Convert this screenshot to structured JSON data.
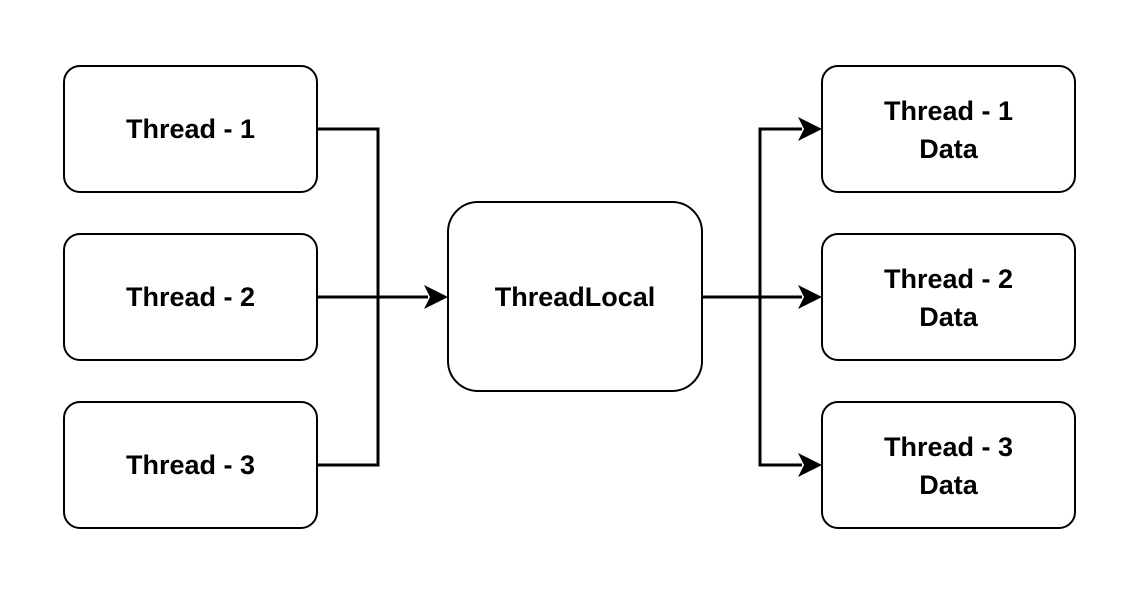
{
  "nodes": {
    "thread1": {
      "label": "Thread - 1"
    },
    "thread2": {
      "label": "Thread - 2"
    },
    "thread3": {
      "label": "Thread - 3"
    },
    "threadlocal": {
      "label": "ThreadLocal"
    },
    "data1": {
      "label_line1": "Thread - 1",
      "label_line2": "Data"
    },
    "data2": {
      "label_line1": "Thread - 2",
      "label_line2": "Data"
    },
    "data3": {
      "label_line1": "Thread - 3",
      "label_line2": "Data"
    }
  },
  "colors": {
    "stroke": "#000000",
    "fill": "#ffffff",
    "text": "#000000"
  }
}
